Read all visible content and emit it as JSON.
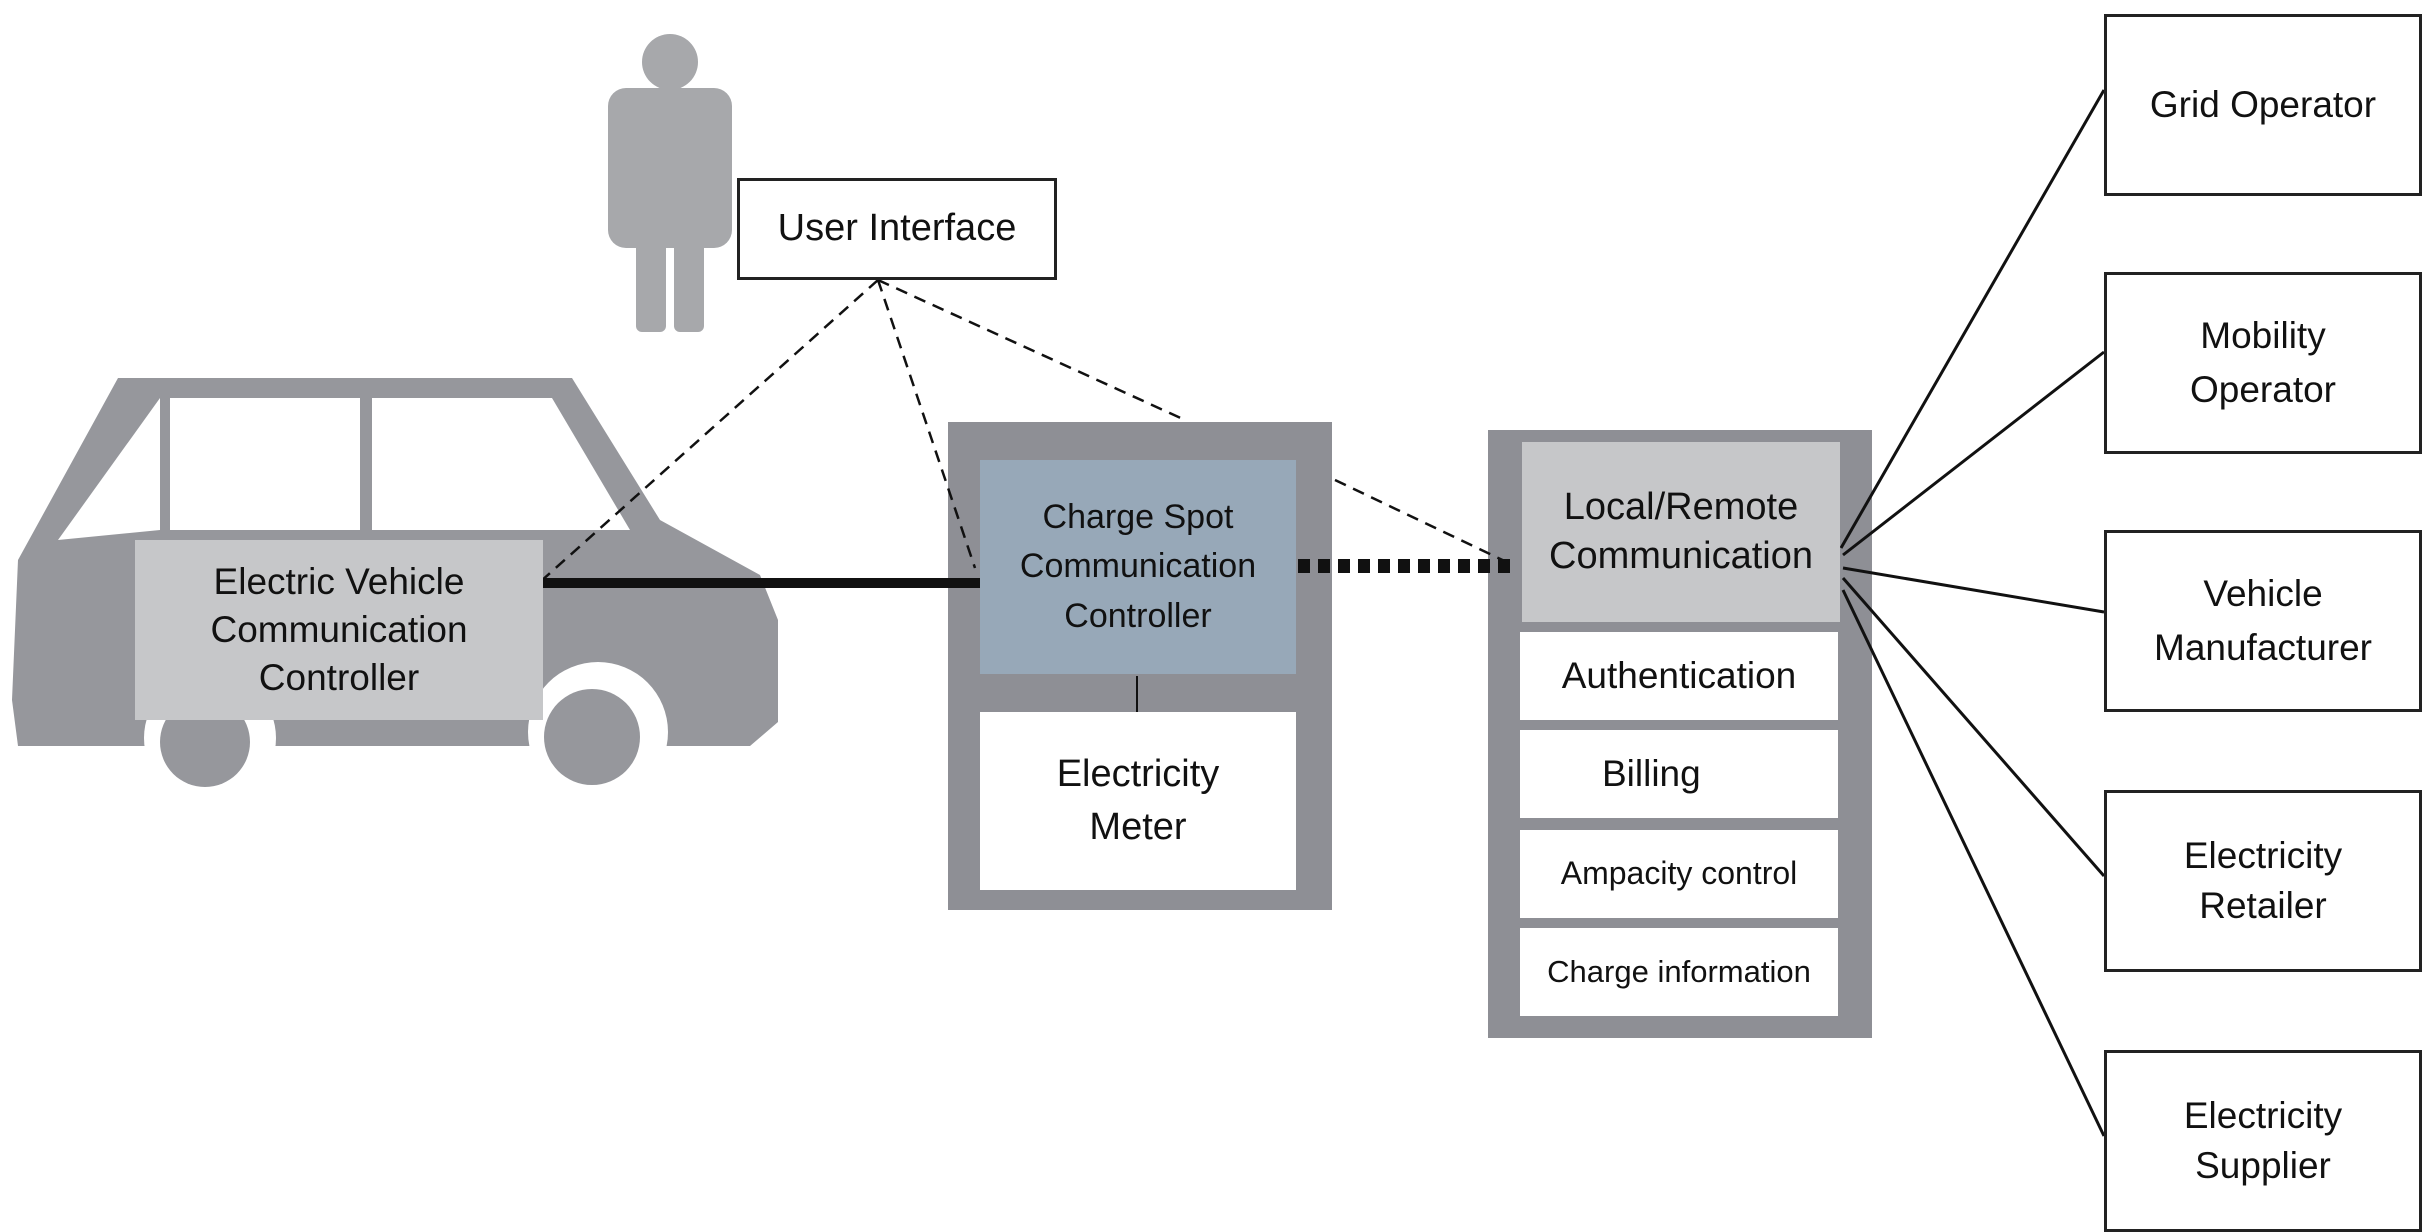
{
  "diagram": {
    "user_interface_label": "User Interface",
    "ev_controller": {
      "line1": "Electric Vehicle",
      "line2": "Communication",
      "line3": "Controller"
    },
    "charge_spot": {
      "controller": {
        "line1": "Charge Spot",
        "line2": "Communication",
        "line3": "Controller"
      },
      "meter": {
        "line1": "Electricity",
        "line2": "Meter"
      }
    },
    "backend": {
      "comm": {
        "line1": "Local/Remote",
        "line2": "Communication"
      },
      "services": [
        "Authentication",
        "Billing",
        "Ampacity control",
        "Charge information"
      ]
    },
    "stakeholders": {
      "grid_operator": "Grid Operator",
      "mobility_operator": {
        "line1": "Mobility",
        "line2": "Operator"
      },
      "vehicle_manufacturer": {
        "line1": "Vehicle",
        "line2": "Manufacturer"
      },
      "electricity_retailer": {
        "line1": "Electricity",
        "line2": "Retailer"
      },
      "electricity_supplier": {
        "line1": "Electricity",
        "line2": "Supplier"
      }
    },
    "colors": {
      "vehicle_gray": "#96979c",
      "person_gray": "#a7a8ab",
      "panel_gray": "#8e8f95",
      "light_box": "#c6c7c9",
      "blue_box": "#97a8b8",
      "line": "#111111"
    }
  }
}
